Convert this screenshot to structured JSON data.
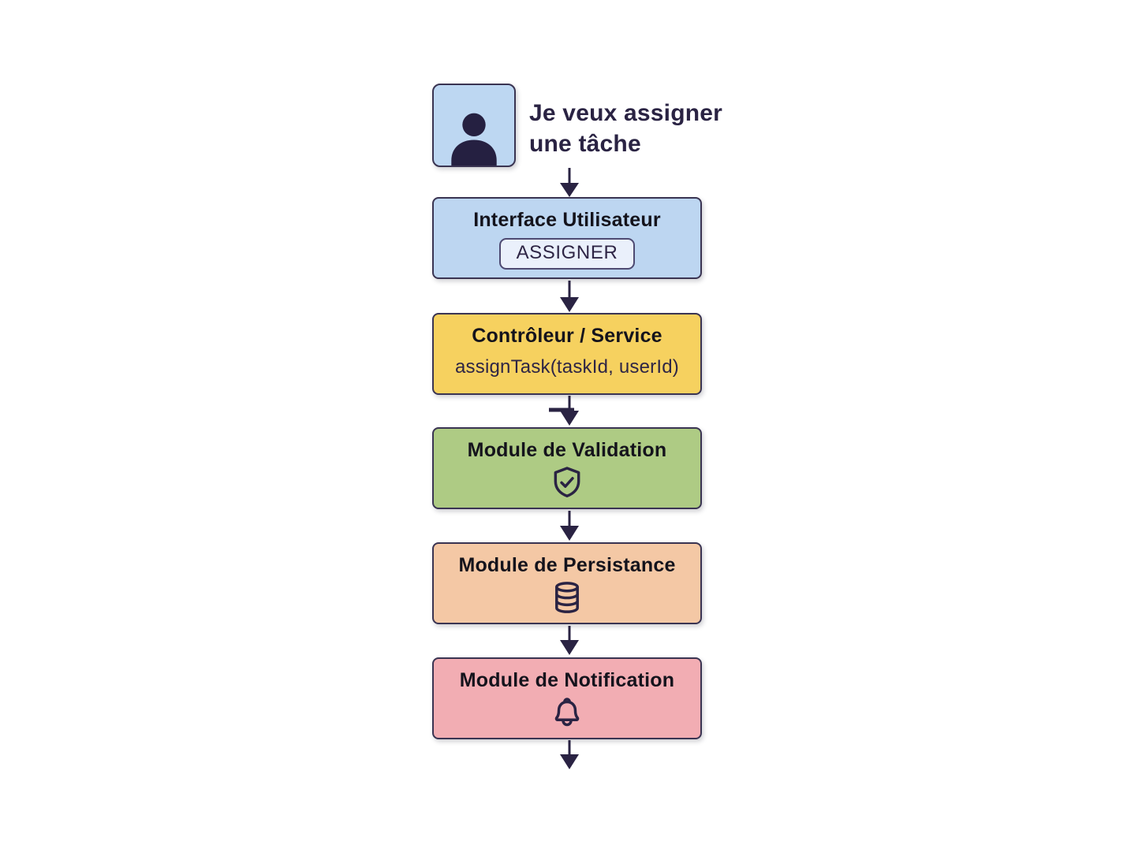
{
  "diagram": {
    "background": "#FFFFFF",
    "colors": {
      "ink": "#2A2343",
      "title_text": "#14131C",
      "box_border": "#3A3452",
      "actor_fill": "#BDD7F2",
      "interface_fill": "#BDD6F1",
      "button_fill": "#EAF0FB",
      "controller_fill": "#F6D15F",
      "validation_fill": "#AECB84",
      "persistence_fill": "#F4C8A5",
      "notification_fill": "#F2ADB3"
    },
    "actor": {
      "icon": "user-icon",
      "label_line1": "Je veux assigner",
      "label_line2": "une tâche"
    },
    "nodes": [
      {
        "id": "interface",
        "title": "Interface Utilisateur",
        "button_label": "ASSIGNER",
        "fill": "#BDD6F1"
      },
      {
        "id": "controller",
        "title": "Contrôleur / Service",
        "method_signature": "assignTask(taskId, userId)",
        "fill": "#F6D15F"
      },
      {
        "id": "validation",
        "title": "Module de Validation",
        "icon": "shield-check-icon",
        "fill": "#AECB84"
      },
      {
        "id": "persistence",
        "title": "Module de Persistance",
        "icon": "database-icon",
        "fill": "#F4C8A5"
      },
      {
        "id": "notification",
        "title": "Module de Notification",
        "icon": "bell-icon",
        "fill": "#F2ADB3"
      }
    ]
  }
}
